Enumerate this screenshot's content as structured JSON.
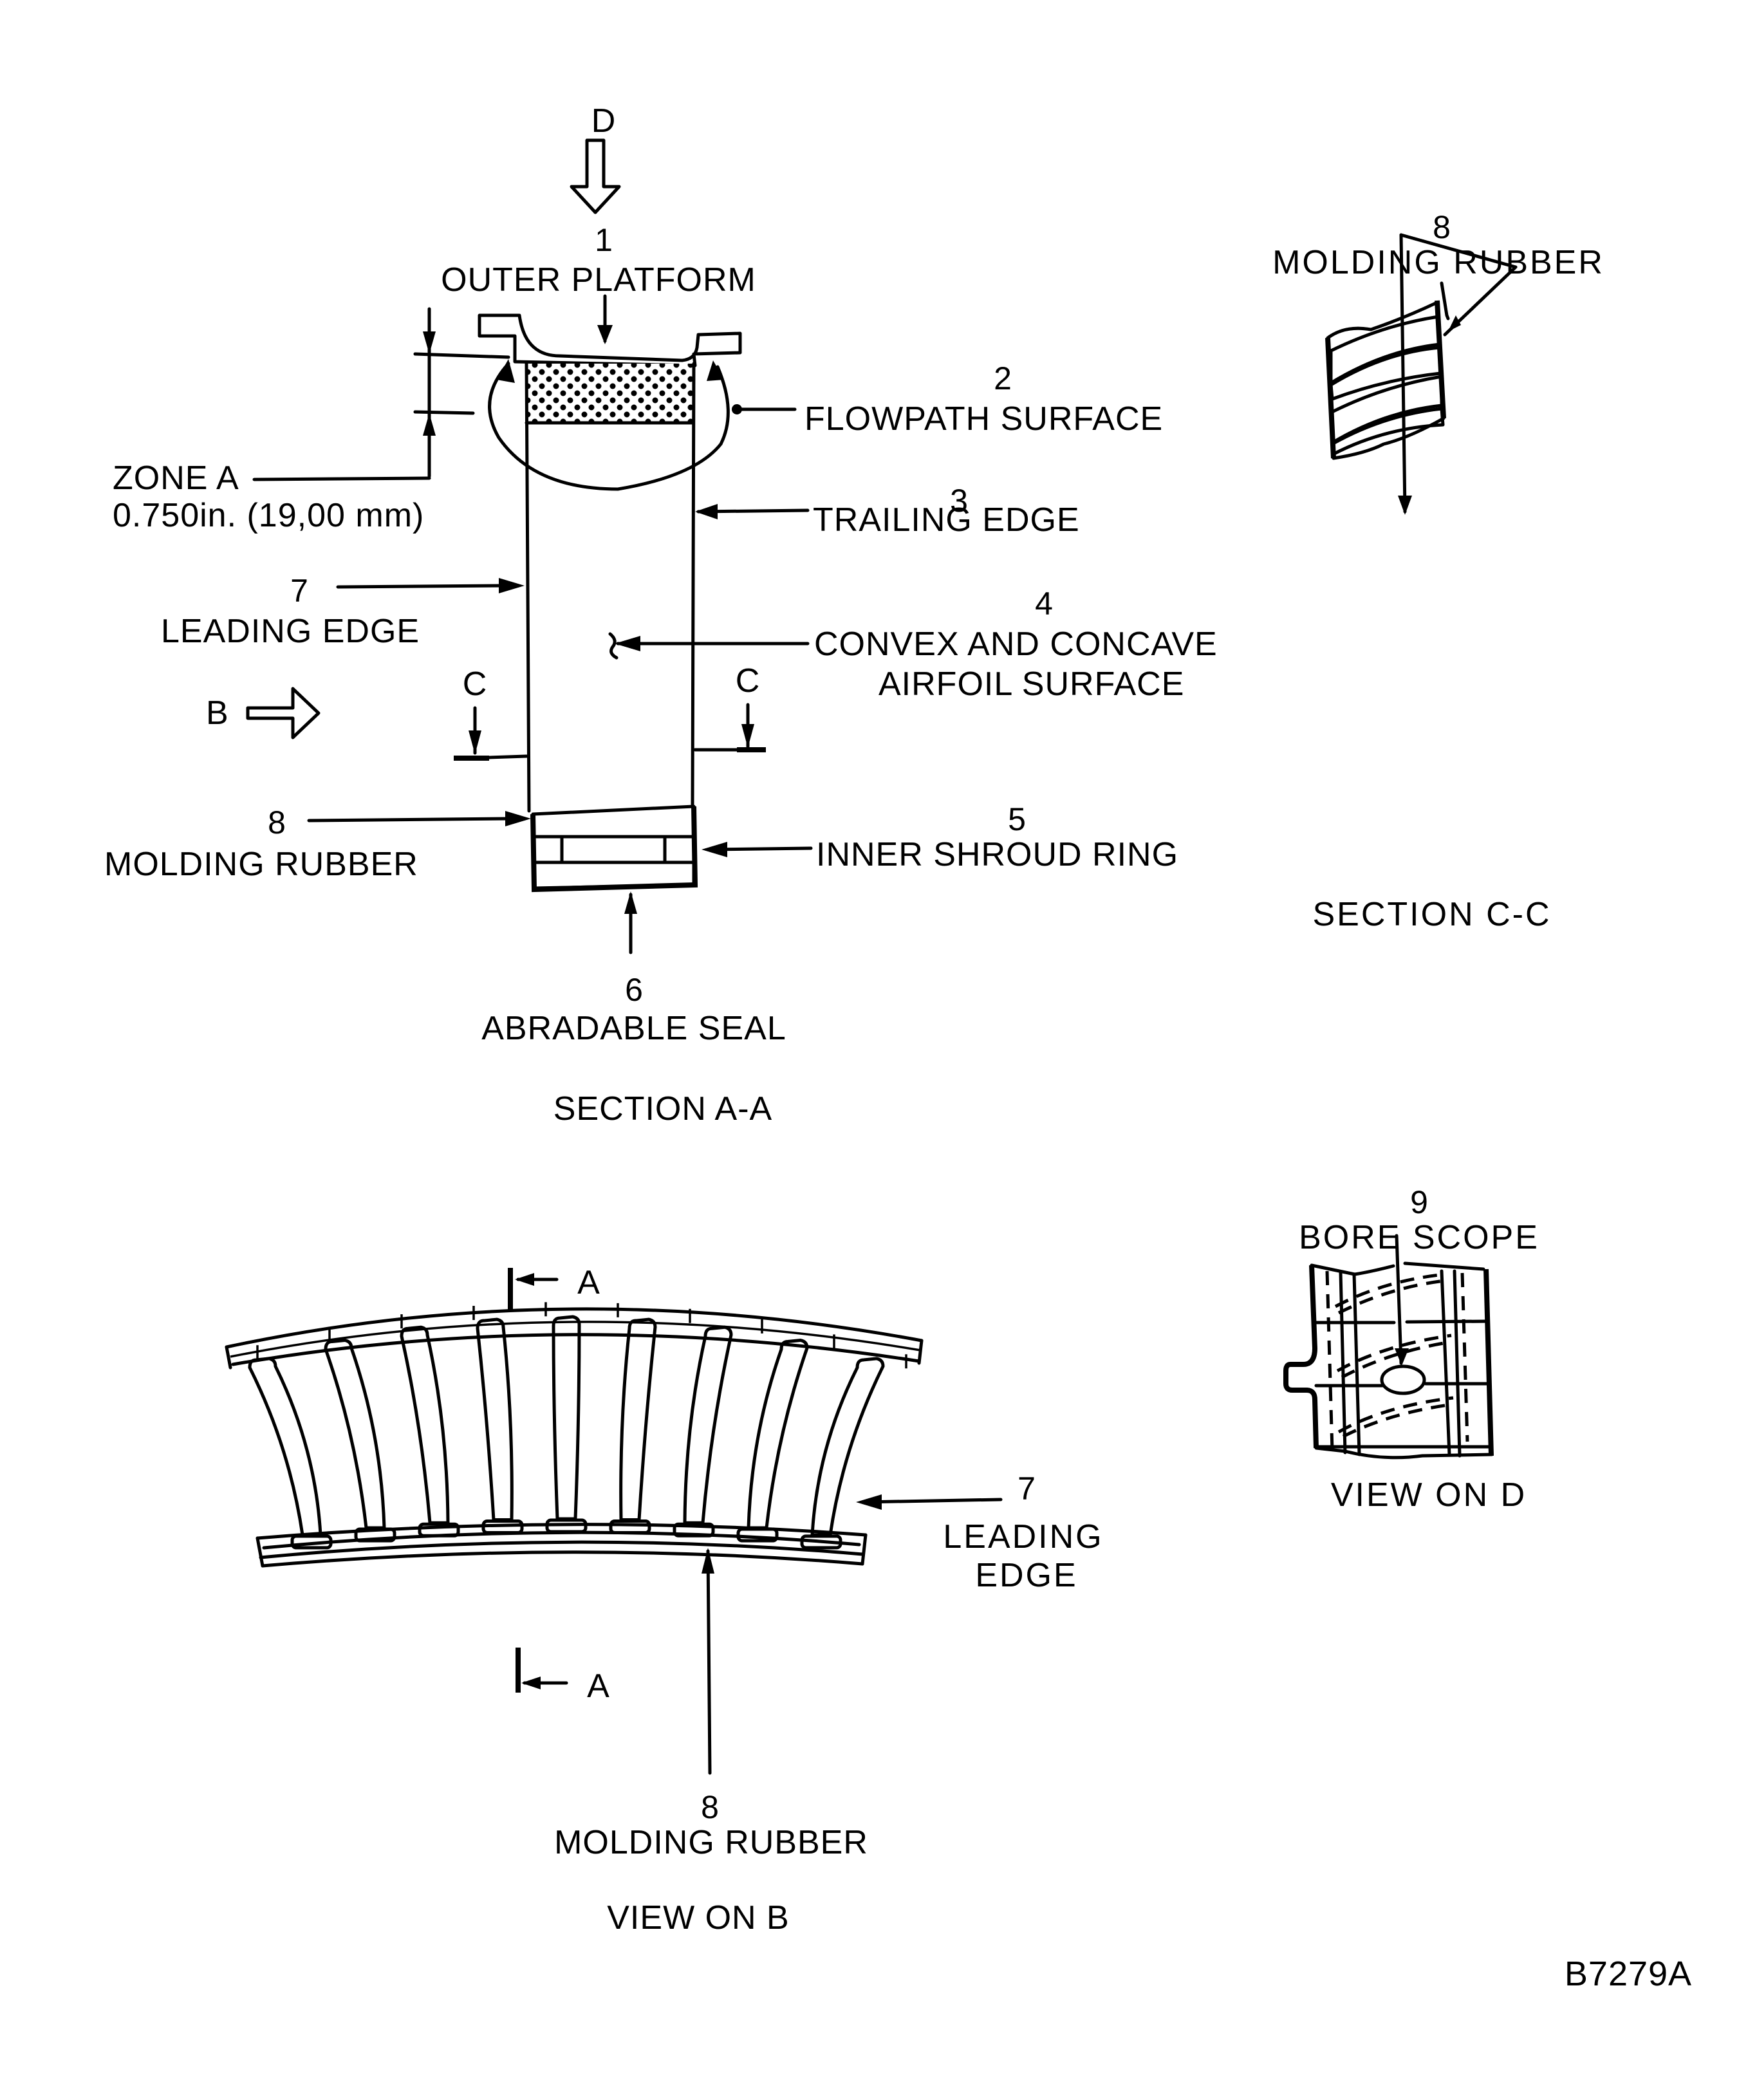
{
  "figure_id": "B7279A",
  "section_aa": {
    "title": "SECTION A-A",
    "view_arrow_d": "D",
    "view_arrow_b": "B",
    "section_c_marker": "C",
    "zone": {
      "label": "ZONE A",
      "dimension": "0.750in.  (19,00 mm)"
    },
    "callouts": [
      {
        "num": "1",
        "label": "OUTER PLATFORM"
      },
      {
        "num": "2",
        "label": "FLOWPATH SURFACE"
      },
      {
        "num": "3",
        "label": "TRAILING EDGE"
      },
      {
        "num": "4",
        "label_line1": "CONVEX AND CONCAVE",
        "label_line2": "AIRFOIL SURFACE"
      },
      {
        "num": "5",
        "label": "INNER SHROUD RING"
      },
      {
        "num": "6",
        "label": "ABRADABLE SEAL"
      },
      {
        "num": "7",
        "label": "LEADING EDGE"
      },
      {
        "num": "8",
        "label": "MOLDING RUBBER"
      }
    ]
  },
  "section_cc": {
    "title": "SECTION C-C",
    "callout": {
      "num": "8",
      "label": "MOLDING RUBBER"
    }
  },
  "view_b": {
    "title": "VIEW ON B",
    "section_marker": "A",
    "callouts": [
      {
        "num": "7",
        "label_line1": "LEADING",
        "label_line2": "EDGE"
      },
      {
        "num": "8",
        "label": "MOLDING RUBBER"
      }
    ],
    "vane_count": 9
  },
  "view_d": {
    "title": "VIEW ON D",
    "callout": {
      "num": "9",
      "label": "BORE SCOPE"
    }
  }
}
